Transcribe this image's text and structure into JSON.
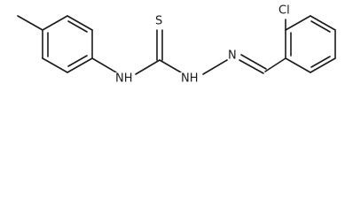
{
  "molecule": {
    "atoms": {
      "methyl": "",
      "sulfur": "S",
      "amine_nh": "NH",
      "hydrazine_nh": "NH",
      "imine_n": "N",
      "chlorine": "Cl"
    }
  }
}
